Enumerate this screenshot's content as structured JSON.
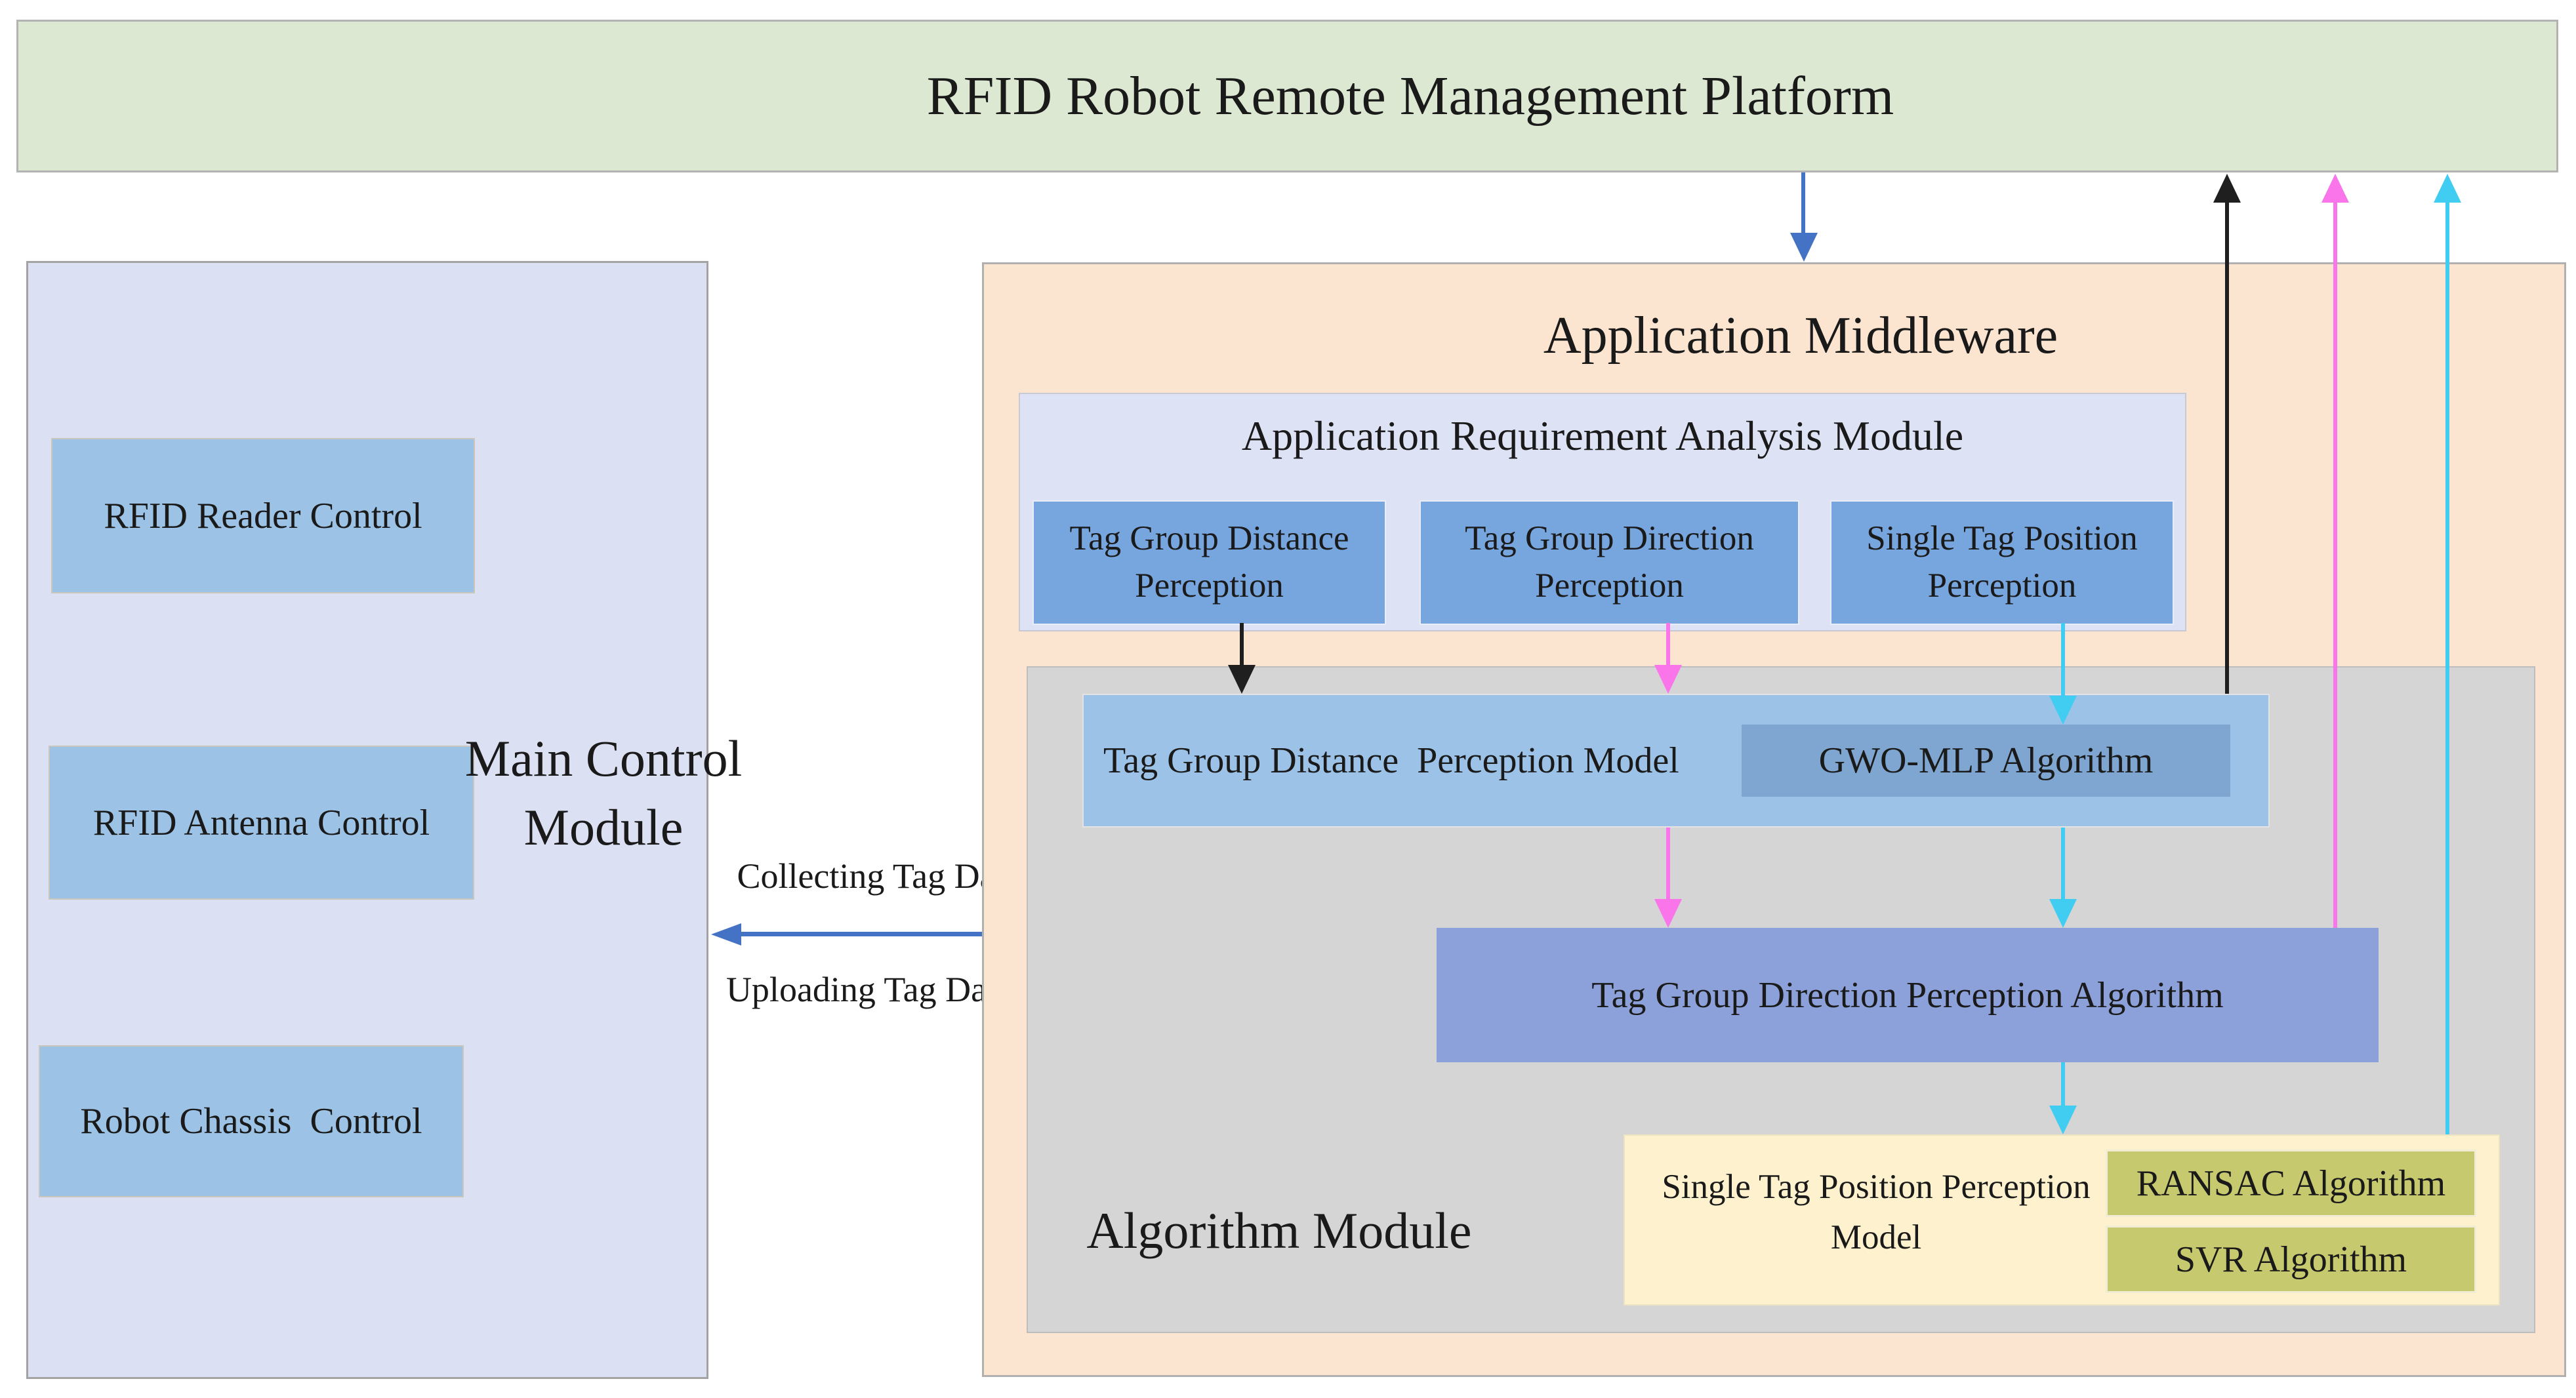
{
  "platform": {
    "title": "RFID Robot Remote Management Platform"
  },
  "main_control_module": {
    "title": "Main Control Module",
    "boxes": [
      "RFID Reader Control",
      "RFID Antenna Control",
      "Robot Chassis  Control"
    ]
  },
  "data_link": {
    "collecting_label": "Collecting Tag Data",
    "uploading_label": "Uploading Tag Data"
  },
  "application_middleware": {
    "title": "Application Middleware",
    "requirement_analysis": {
      "title": "Application Requirement Analysis Module",
      "boxes": [
        "Tag Group Distance Perception",
        "Tag Group Direction Perception",
        "Single Tag Position Perception"
      ]
    },
    "algorithm_module": {
      "title": "Algorithm Module",
      "distance_model": {
        "label": "Tag Group Distance  Perception Model",
        "algorithm": "GWO-MLP Algorithm"
      },
      "direction_algorithm_label": "Tag Group Direction Perception Algorithm",
      "position_model": {
        "label": "Single Tag Position Perception Model",
        "algorithms": [
          "RANSAC Algorithm",
          "SVR Algorithm"
        ]
      }
    }
  },
  "colors": {
    "platform_green": "#dde8d2",
    "middleware_peach": "#fbe4d0",
    "panel_lavender": "#dbe1f2",
    "aram_lavender": "#dde2f4",
    "control_box_blue": "#9cc3e6",
    "perception_box_blue": "#77a5de",
    "model_box_blue": "#9cc3e7",
    "gwo_box_blue": "#7ea6d0",
    "direction_box_blue": "#8ca1d9",
    "algorithm_gray": "#d5d5d5",
    "position_model_yellow": "#fdf2cd",
    "algorithm_olive": "#c6c96e",
    "arrow_blue": "#4472c4",
    "arrow_black": "#1f1f1f",
    "arrow_pink": "#fa74ea",
    "arrow_cyan": "#41cdf1"
  }
}
